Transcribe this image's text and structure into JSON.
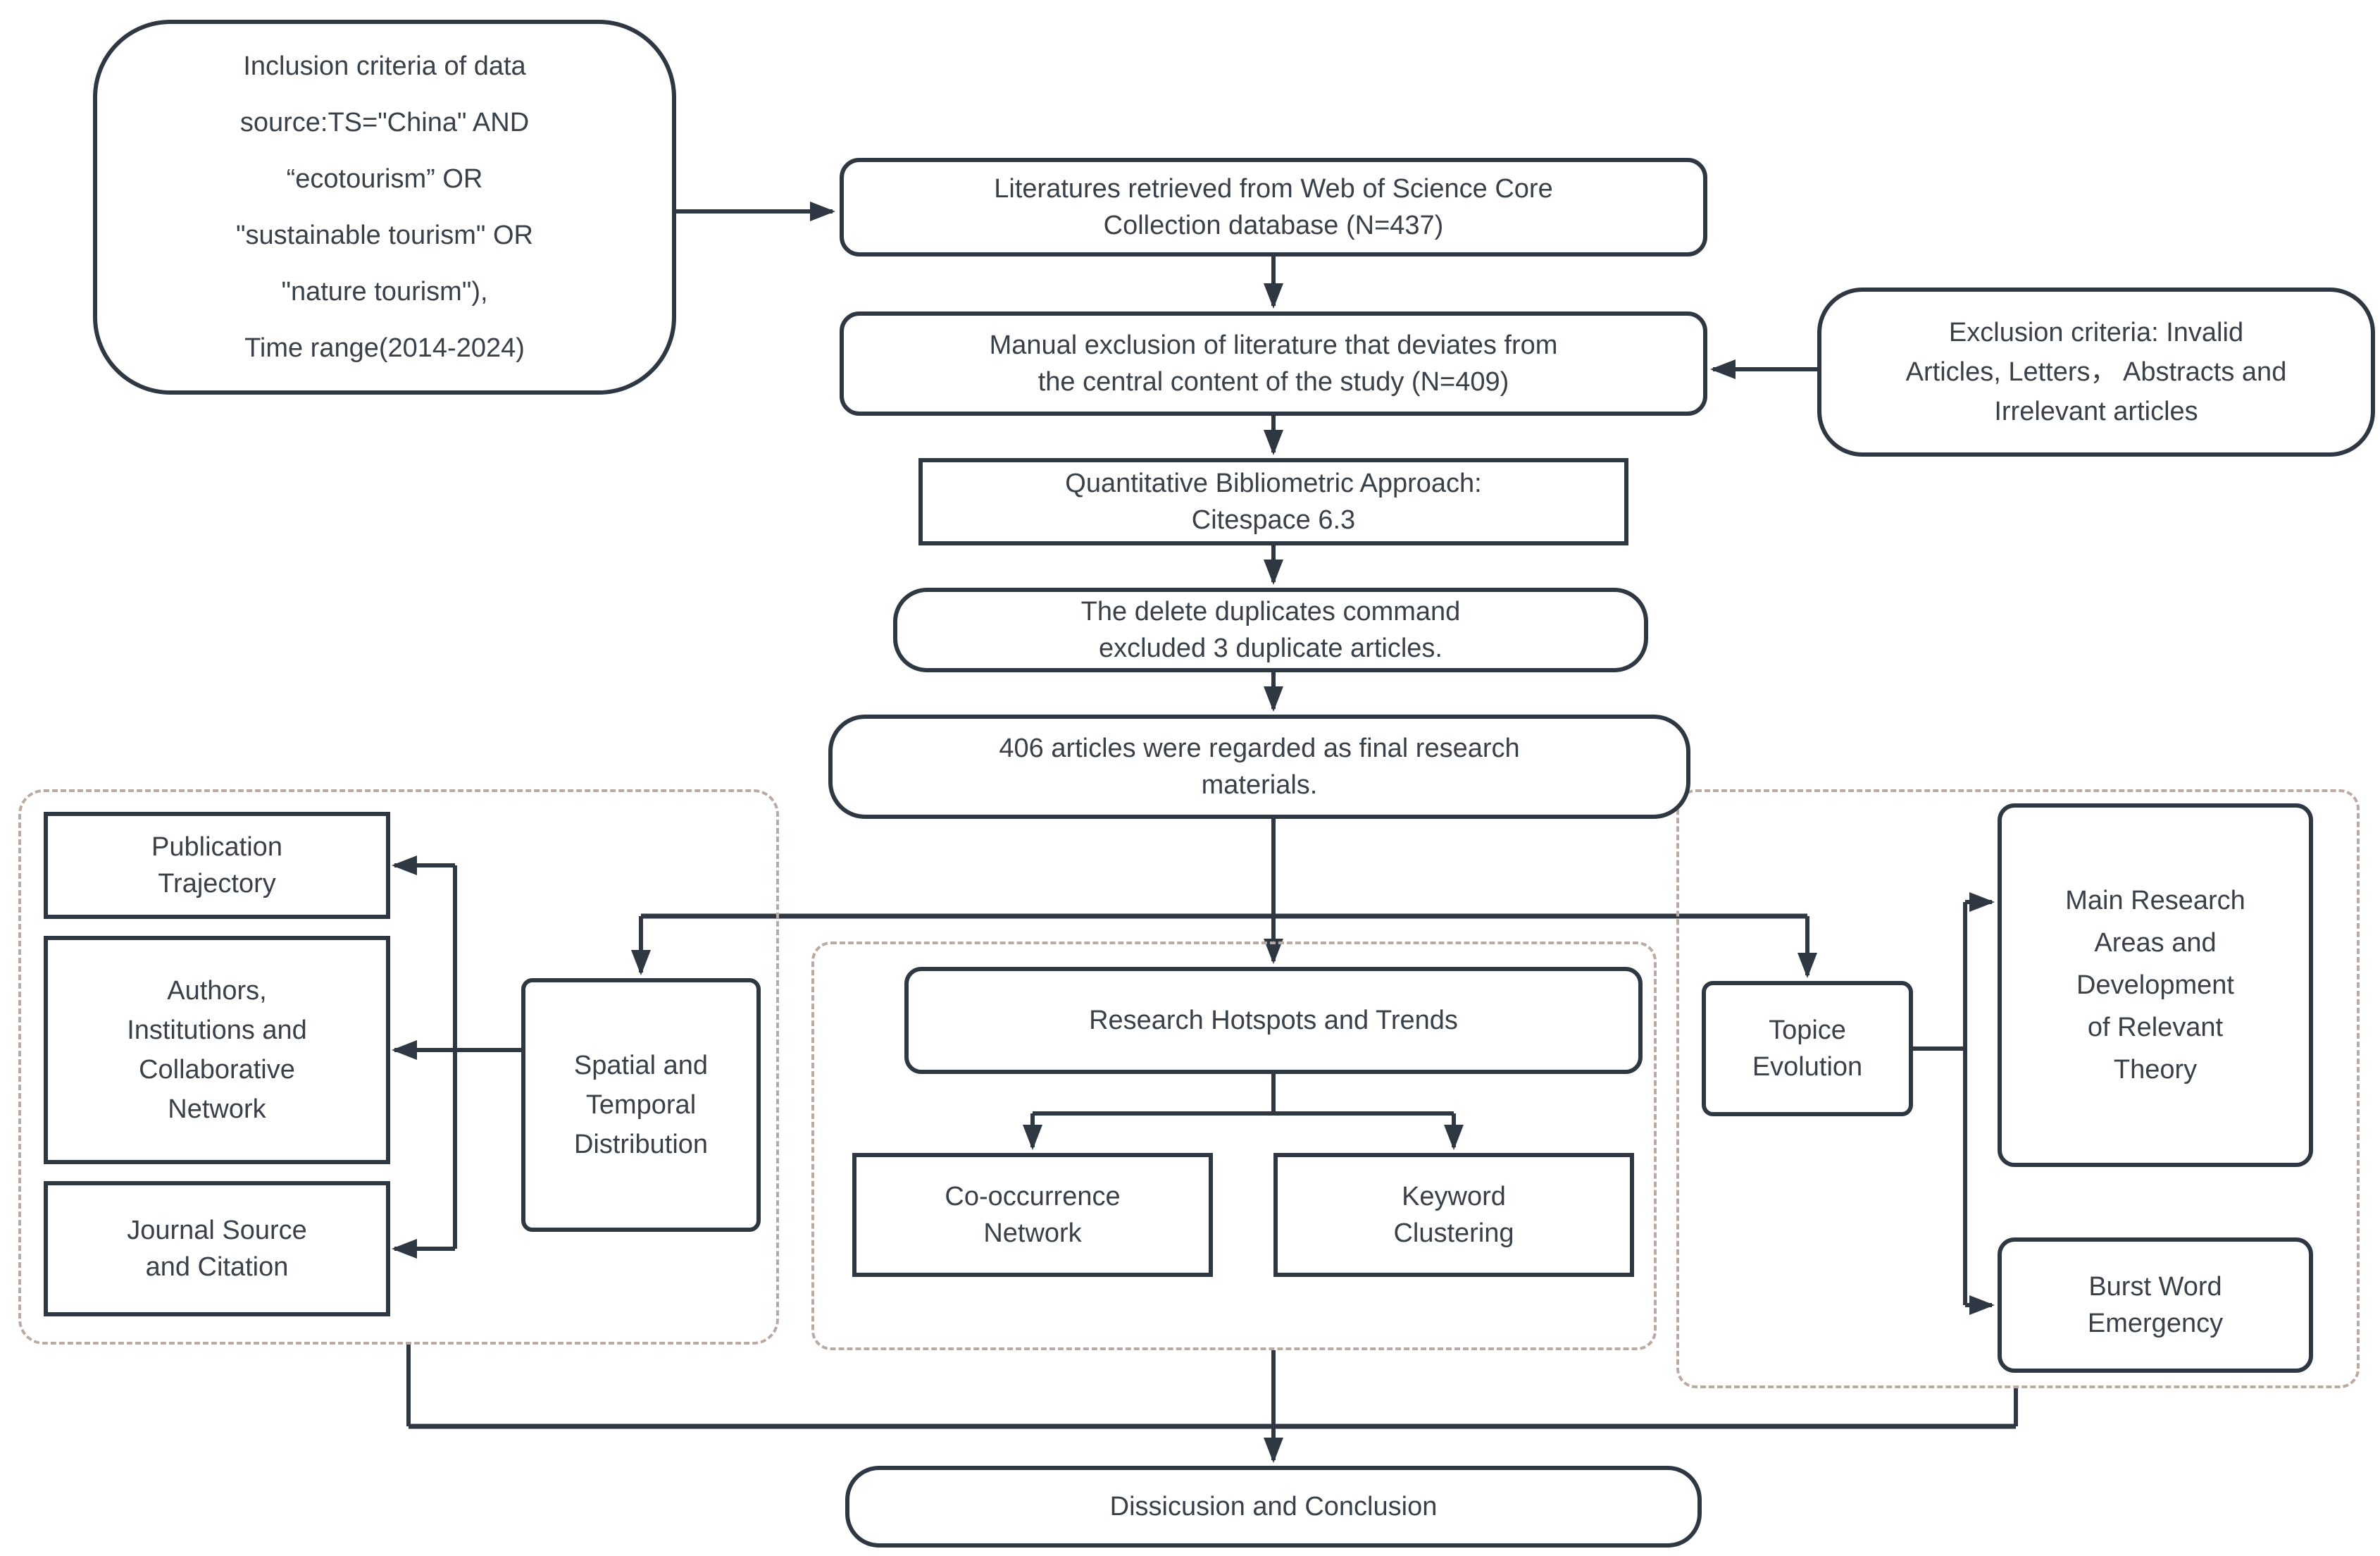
{
  "figure": {
    "type": "flowchart",
    "description": "Bibliometric research workflow diagram"
  },
  "colors": {
    "line": "#2e3742",
    "text": "#3a4048",
    "panel_dash": "#b9aba3",
    "background": "#ffffff"
  },
  "nodes": {
    "inclusion": {
      "label": "Inclusion criteria of data\nsource:TS=\"China\" AND\n“ecotourism” OR\n\"sustainable tourism\" OR\n\"nature tourism\"),\nTime range(2014-2024)"
    },
    "retrieved": {
      "label": "Literatures retrieved from Web of Science Core\nCollection database (N=437)"
    },
    "manual": {
      "label": "Manual exclusion of literature that deviates from\nthe central content of the study (N=409)"
    },
    "exclusion": {
      "label": "Exclusion criteria: Invalid\nArticles, Letters， Abstracts and\nIrrelevant articles"
    },
    "quant": {
      "label": "Quantitative Bibliometric Approach:\nCitespace 6.3"
    },
    "dedup": {
      "label": "The delete duplicates command\nexcluded 3 duplicate articles."
    },
    "final": {
      "label": "406 articles were regarded as final research\nmaterials."
    },
    "publication": {
      "label": "Publication\nTrajectory"
    },
    "authors": {
      "label": "Authors,\nInstitutions and\nCollaborative\nNetwork"
    },
    "journal": {
      "label": "Journal Source\nand Citation"
    },
    "spatial": {
      "label": "Spatial and\nTemporal\nDistribution"
    },
    "hotspots": {
      "label": "Research Hotspots and Trends"
    },
    "cooccurrence": {
      "label": "Co-occurrence\nNetwork"
    },
    "keyword": {
      "label": "Keyword\nClustering"
    },
    "topice": {
      "label": "Topice\nEvolution"
    },
    "main_research": {
      "label": "Main Research\nAreas and\nDevelopment\nof Relevant\nTheory"
    },
    "burst": {
      "label": "Burst Word\nEmergency"
    },
    "conclusion": {
      "label": "Dissicusion and Conclusion"
    }
  }
}
